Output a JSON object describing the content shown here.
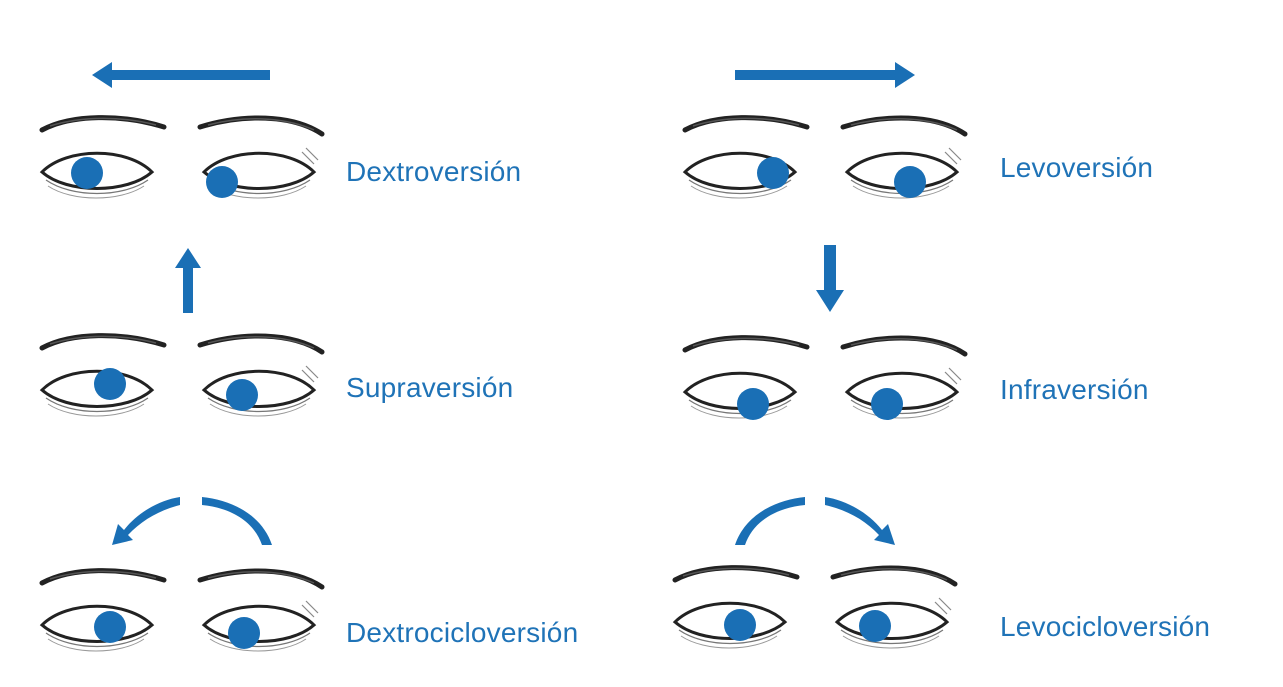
{
  "colors": {
    "accent": "#1a6fb5",
    "ink": "#222222"
  },
  "panels": [
    {
      "id": "dextro",
      "label": "Dextroversión",
      "arrow": "left",
      "gaze": "left"
    },
    {
      "id": "levo",
      "label": "Levoversión",
      "arrow": "right",
      "gaze": "right"
    },
    {
      "id": "supra",
      "label": "Supraversión",
      "arrow": "up",
      "gaze": "up"
    },
    {
      "id": "infra",
      "label": "Infraversión",
      "arrow": "down",
      "gaze": "down"
    },
    {
      "id": "dextrociclo",
      "label": "Dextrocicloversión",
      "arrow": "ccw-curve",
      "gaze": "center"
    },
    {
      "id": "levociclo",
      "label": "Levocicloversión",
      "arrow": "cw-curve",
      "gaze": "center"
    }
  ]
}
